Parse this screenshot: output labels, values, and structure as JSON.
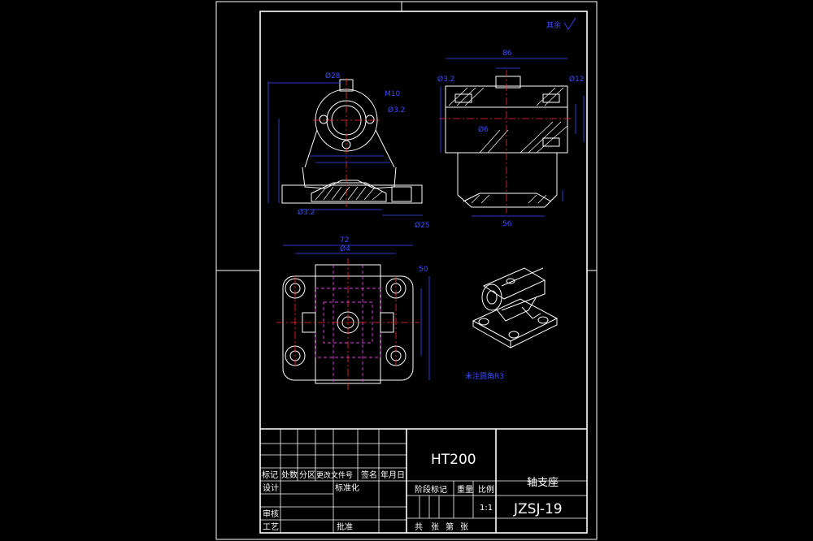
{
  "drawing": {
    "roughness_mark": "其余",
    "notes": "未注圆角R3"
  },
  "title_block": {
    "material": "HT200",
    "part_name": "轴支座",
    "drawing_no": "JZSJ-19",
    "scale": "1:1",
    "rev_headers": [
      "标记",
      "处数",
      "分区",
      "更改文件号",
      "签名",
      "年月日"
    ],
    "design": "设计",
    "standardize": "标准化",
    "review": "审核",
    "process": "工艺",
    "approve": "批准",
    "stage_mark": "阶段标记",
    "weight": "重量",
    "scale_label": "比例",
    "sheet_total": "共",
    "sheet_unit1": "张",
    "sheet_no": "第",
    "sheet_unit2": "张"
  }
}
